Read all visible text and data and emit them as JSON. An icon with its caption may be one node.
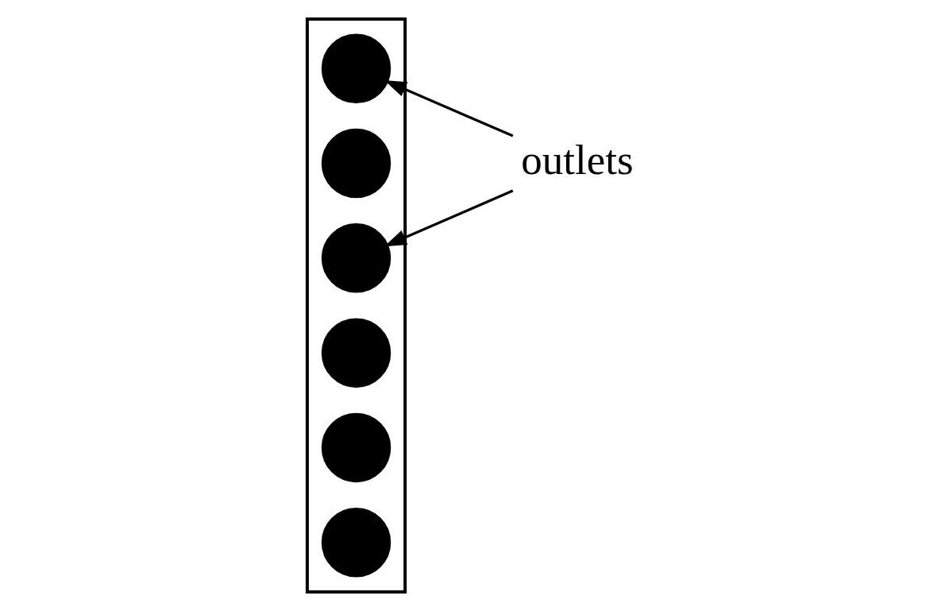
{
  "diagram": {
    "nodes": [
      {
        "text": [],
        "shape": "box"
      },
      {
        "text": [],
        "shape": "circle",
        "in": 0
      },
      {
        "text": [],
        "shape": "circle",
        "in": 0
      },
      {
        "text": [],
        "shape": "circle",
        "in": 0
      },
      {
        "text": [],
        "shape": "circle",
        "in": 0
      },
      {
        "text": [],
        "shape": "circle",
        "in": 0
      },
      {
        "text": [],
        "shape": "circle",
        "in": 0
      },
      {
        "text": [
          "outlets"
        ]
      }
    ],
    "edges": [
      {
        "from": 7,
        "to": 1,
        "arrow": "to"
      },
      {
        "from": 7,
        "to": 3,
        "arrow": "to"
      }
    ]
  }
}
